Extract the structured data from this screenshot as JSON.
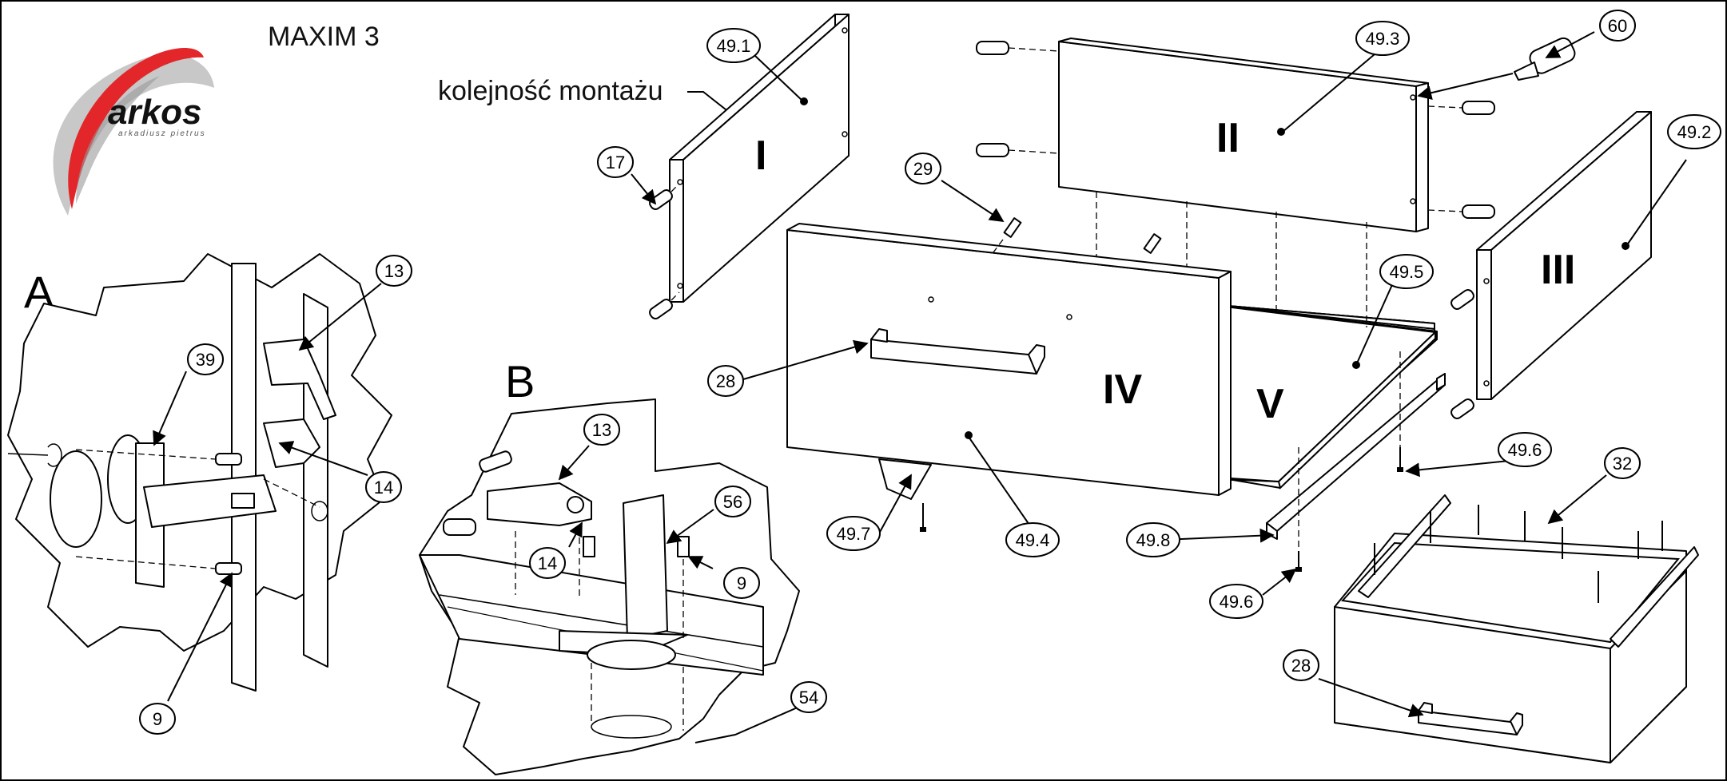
{
  "brand": {
    "logo_word": "arkos",
    "logo_subtitle": "arkadiusz pietrus"
  },
  "title": "MAXIM 3",
  "assembly_order_label": "kolejność montażu",
  "detail_labels": {
    "a": "A",
    "b": "B"
  },
  "panel_roman": {
    "p1": "I",
    "p2": "II",
    "p3": "III",
    "p4": "IV",
    "p5": "V"
  },
  "callouts": {
    "c49_1": "49.1",
    "c49_3": "49.3",
    "c60": "60",
    "c49_2": "49.2",
    "c17": "17",
    "c29": "29",
    "c49_5": "49.5",
    "c28_front": "28",
    "c49_7": "49.7",
    "c49_4": "49.4",
    "c49_8": "49.8",
    "c49_6_top": "49.6",
    "c49_6_bottom": "49.6",
    "c32": "32",
    "c28_drawer": "28",
    "a_13": "13",
    "a_39": "39",
    "a_14": "14",
    "a_9": "9",
    "b_13": "13",
    "b_56": "56",
    "b_14": "14",
    "b_9": "9",
    "b_54": "54"
  },
  "colors": {
    "logo_red": "#e3262a",
    "logo_grey": "#bfbfbf",
    "ink": "#000000"
  }
}
